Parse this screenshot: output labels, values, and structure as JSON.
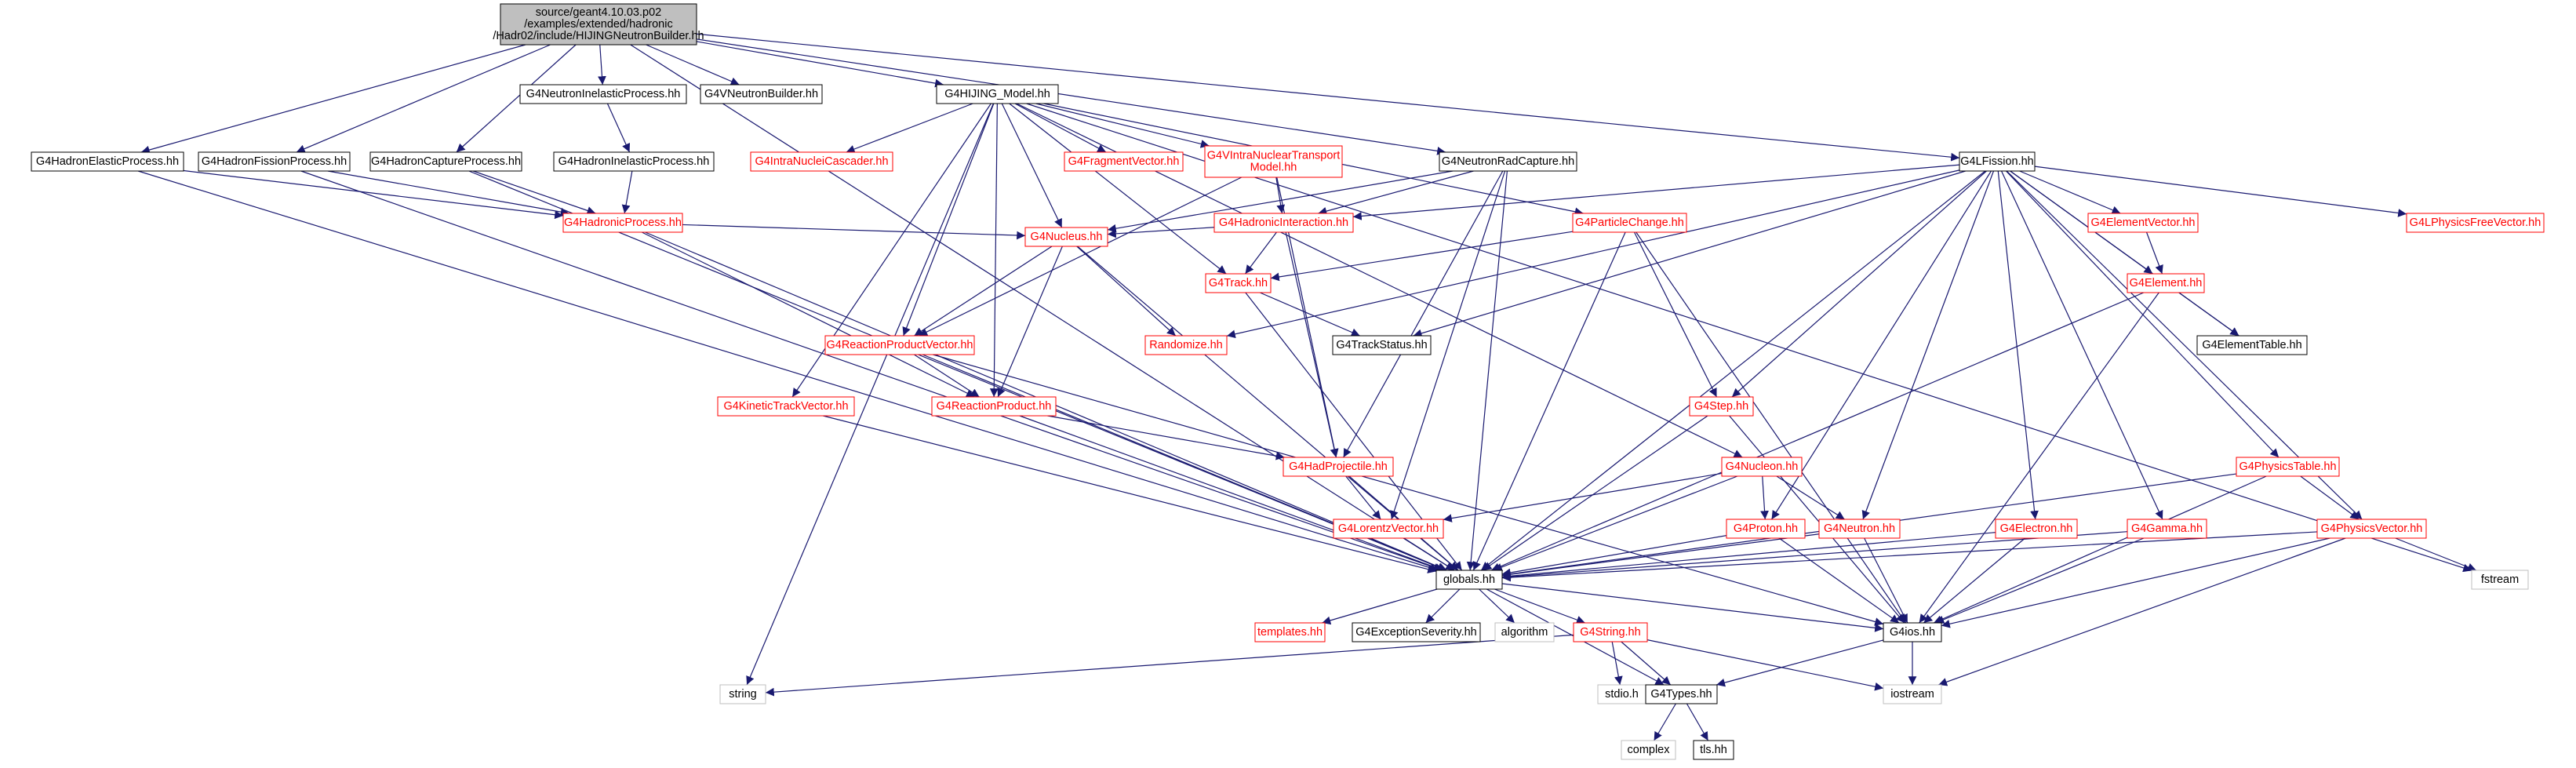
{
  "diagram": {
    "type": "include-dependency-graph",
    "colors": {
      "edge": "#191970",
      "root_fill": "#bfbfbf",
      "node_border_documented": "#000000",
      "node_border_linked": "#ff0000",
      "node_border_external": "#bfbfbf",
      "node_text": "#000000",
      "linked_text": "#ff0000",
      "external_text": "#000000"
    },
    "nodes": [
      {
        "id": "root",
        "label": "source/geant4.10.03.p02\n/examples/extended/hadronic\n/Hadr02/include/HIJINGNeutronBuilder.hh",
        "style": "root"
      },
      {
        "id": "hadronElastic",
        "label": "G4HadronElasticProcess.hh",
        "style": "plain"
      },
      {
        "id": "hadronFission",
        "label": "G4HadronFissionProcess.hh",
        "style": "plain"
      },
      {
        "id": "hadronCapture",
        "label": "G4HadronCaptureProcess.hh",
        "style": "plain"
      },
      {
        "id": "neutronInelastic",
        "label": "G4NeutronInelasticProcess.hh",
        "style": "plain"
      },
      {
        "id": "vNeutronBuilder",
        "label": "G4VNeutronBuilder.hh",
        "style": "plain"
      },
      {
        "id": "hijing",
        "label": "G4HIJING_Model.hh",
        "style": "plain"
      },
      {
        "id": "hadronInelastic",
        "label": "G4HadronInelasticProcess.hh",
        "style": "plain"
      },
      {
        "id": "intraNucleiCascader",
        "label": "G4IntraNucleiCascader.hh",
        "style": "red"
      },
      {
        "id": "fragmentVector",
        "label": "G4FragmentVector.hh",
        "style": "red"
      },
      {
        "id": "vIntraNuclear",
        "label": "G4VIntraNuclearTransport\nModel.hh",
        "style": "red"
      },
      {
        "id": "neutronRadCapture",
        "label": "G4NeutronRadCapture.hh",
        "style": "plain"
      },
      {
        "id": "lFission",
        "label": "G4LFission.hh",
        "style": "plain"
      },
      {
        "id": "hadronicProcess",
        "label": "G4HadronicProcess.hh",
        "style": "red"
      },
      {
        "id": "hadronicInteraction",
        "label": "G4HadronicInteraction.hh",
        "style": "red"
      },
      {
        "id": "particleChange",
        "label": "G4ParticleChange.hh",
        "style": "red"
      },
      {
        "id": "elementVector",
        "label": "G4ElementVector.hh",
        "style": "red"
      },
      {
        "id": "lPhysicsFreeVector",
        "label": "G4LPhysicsFreeVector.hh",
        "style": "red"
      },
      {
        "id": "nucleus",
        "label": "G4Nucleus.hh",
        "style": "red"
      },
      {
        "id": "track",
        "label": "G4Track.hh",
        "style": "red"
      },
      {
        "id": "element",
        "label": "G4Element.hh",
        "style": "red"
      },
      {
        "id": "reactionProductVector",
        "label": "G4ReactionProductVector.hh",
        "style": "red"
      },
      {
        "id": "randomize",
        "label": "Randomize.hh",
        "style": "red"
      },
      {
        "id": "trackStatus",
        "label": "G4TrackStatus.hh",
        "style": "plain"
      },
      {
        "id": "elementTable",
        "label": "G4ElementTable.hh",
        "style": "plain"
      },
      {
        "id": "kineticTrackVector",
        "label": "G4KineticTrackVector.hh",
        "style": "red"
      },
      {
        "id": "reactionProduct",
        "label": "G4ReactionProduct.hh",
        "style": "red"
      },
      {
        "id": "step",
        "label": "G4Step.hh",
        "style": "red"
      },
      {
        "id": "hadProjectile",
        "label": "G4HadProjectile.hh",
        "style": "red"
      },
      {
        "id": "nucleon",
        "label": "G4Nucleon.hh",
        "style": "red"
      },
      {
        "id": "physicsTable",
        "label": "G4PhysicsTable.hh",
        "style": "red"
      },
      {
        "id": "lorentzVector",
        "label": "G4LorentzVector.hh",
        "style": "red"
      },
      {
        "id": "proton",
        "label": "G4Proton.hh",
        "style": "red"
      },
      {
        "id": "neutron",
        "label": "G4Neutron.hh",
        "style": "red"
      },
      {
        "id": "electron",
        "label": "G4Electron.hh",
        "style": "red"
      },
      {
        "id": "gamma",
        "label": "G4Gamma.hh",
        "style": "red"
      },
      {
        "id": "physicsVector",
        "label": "G4PhysicsVector.hh",
        "style": "red"
      },
      {
        "id": "fstream",
        "label": "fstream",
        "style": "ext"
      },
      {
        "id": "globals",
        "label": "globals.hh",
        "style": "plain"
      },
      {
        "id": "templates",
        "label": "templates.hh",
        "style": "red"
      },
      {
        "id": "exceptionSeverity",
        "label": "G4ExceptionSeverity.hh",
        "style": "plain"
      },
      {
        "id": "algorithm",
        "label": "algorithm",
        "style": "ext"
      },
      {
        "id": "g4string",
        "label": "G4String.hh",
        "style": "red"
      },
      {
        "id": "g4ios",
        "label": "G4ios.hh",
        "style": "plain"
      },
      {
        "id": "string",
        "label": "string",
        "style": "ext"
      },
      {
        "id": "stdio",
        "label": "stdio.h",
        "style": "ext"
      },
      {
        "id": "g4types",
        "label": "G4Types.hh",
        "style": "plain"
      },
      {
        "id": "iostream",
        "label": "iostream",
        "style": "ext"
      },
      {
        "id": "complex",
        "label": "complex",
        "style": "ext"
      },
      {
        "id": "tls",
        "label": "tls.hh",
        "style": "plain"
      }
    ],
    "edges": [
      [
        "root",
        "hadronElastic"
      ],
      [
        "root",
        "hadronFission"
      ],
      [
        "root",
        "hadronCapture"
      ],
      [
        "root",
        "neutronInelastic"
      ],
      [
        "root",
        "vNeutronBuilder"
      ],
      [
        "root",
        "hijing"
      ],
      [
        "root",
        "neutronRadCapture"
      ],
      [
        "root",
        "lFission"
      ],
      [
        "root",
        "globals"
      ],
      [
        "hadronElastic",
        "hadronicProcess"
      ],
      [
        "hadronElastic",
        "globals"
      ],
      [
        "hadronFission",
        "hadronicProcess"
      ],
      [
        "hadronFission",
        "globals"
      ],
      [
        "hadronCapture",
        "hadronicProcess"
      ],
      [
        "hadronCapture",
        "globals"
      ],
      [
        "neutronInelastic",
        "hadronInelastic"
      ],
      [
        "hadronInelastic",
        "hadronicProcess"
      ],
      [
        "hijing",
        "intraNucleiCascader"
      ],
      [
        "hijing",
        "fragmentVector"
      ],
      [
        "hijing",
        "vIntraNuclear"
      ],
      [
        "hijing",
        "nucleus"
      ],
      [
        "hijing",
        "track"
      ],
      [
        "hijing",
        "reactionProductVector"
      ],
      [
        "hijing",
        "reactionProduct"
      ],
      [
        "hijing",
        "kineticTrackVector"
      ],
      [
        "hijing",
        "particleChange"
      ],
      [
        "hijing",
        "nucleon"
      ],
      [
        "hijing",
        "string"
      ],
      [
        "hijing",
        "fstream"
      ],
      [
        "vIntraNuclear",
        "hadronicInteraction"
      ],
      [
        "vIntraNuclear",
        "reactionProductVector"
      ],
      [
        "vIntraNuclear",
        "hadProjectile"
      ],
      [
        "neutronRadCapture",
        "hadronicInteraction"
      ],
      [
        "neutronRadCapture",
        "nucleus"
      ],
      [
        "neutronRadCapture",
        "hadProjectile"
      ],
      [
        "neutronRadCapture",
        "lorentzVector"
      ],
      [
        "neutronRadCapture",
        "globals"
      ],
      [
        "lFission",
        "hadronicInteraction"
      ],
      [
        "lFission",
        "elementVector"
      ],
      [
        "lFission",
        "element"
      ],
      [
        "lFission",
        "elementTable"
      ],
      [
        "lFission",
        "lPhysicsFreeVector"
      ],
      [
        "lFission",
        "physicsTable"
      ],
      [
        "lFission",
        "physicsVector"
      ],
      [
        "lFission",
        "trackStatus"
      ],
      [
        "lFission",
        "randomize"
      ],
      [
        "lFission",
        "step"
      ],
      [
        "lFission",
        "proton"
      ],
      [
        "lFission",
        "neutron"
      ],
      [
        "lFission",
        "electron"
      ],
      [
        "lFission",
        "gamma"
      ],
      [
        "lFission",
        "globals"
      ],
      [
        "hadronicProcess",
        "nucleus"
      ],
      [
        "hadronicProcess",
        "reactionProduct"
      ],
      [
        "hadronicProcess",
        "globals"
      ],
      [
        "hadronicInteraction",
        "nucleus"
      ],
      [
        "hadronicInteraction",
        "track"
      ],
      [
        "hadronicInteraction",
        "hadProjectile"
      ],
      [
        "particleChange",
        "track"
      ],
      [
        "particleChange",
        "step"
      ],
      [
        "particleChange",
        "g4ios"
      ],
      [
        "particleChange",
        "globals"
      ],
      [
        "elementVector",
        "element"
      ],
      [
        "element",
        "elementTable"
      ],
      [
        "element",
        "globals"
      ],
      [
        "element",
        "g4ios"
      ],
      [
        "nucleus",
        "randomize"
      ],
      [
        "nucleus",
        "reactionProductVector"
      ],
      [
        "nucleus",
        "reactionProduct"
      ],
      [
        "nucleus",
        "globals"
      ],
      [
        "track",
        "trackStatus"
      ],
      [
        "track",
        "globals"
      ],
      [
        "reactionProductVector",
        "reactionProduct"
      ],
      [
        "reactionProductVector",
        "globals"
      ],
      [
        "reactionProductVector",
        "g4ios"
      ],
      [
        "kineticTrackVector",
        "globals"
      ],
      [
        "reactionProduct",
        "hadProjectile"
      ],
      [
        "reactionProduct",
        "globals"
      ],
      [
        "step",
        "globals"
      ],
      [
        "step",
        "g4ios"
      ],
      [
        "hadProjectile",
        "lorentzVector"
      ],
      [
        "hadProjectile",
        "globals"
      ],
      [
        "nucleon",
        "lorentzVector"
      ],
      [
        "nucleon",
        "proton"
      ],
      [
        "nucleon",
        "neutron"
      ],
      [
        "nucleon",
        "globals"
      ],
      [
        "physicsTable",
        "physicsVector"
      ],
      [
        "physicsTable",
        "globals"
      ],
      [
        "physicsTable",
        "g4ios"
      ],
      [
        "lorentzVector",
        "globals"
      ],
      [
        "proton",
        "globals"
      ],
      [
        "proton",
        "g4ios"
      ],
      [
        "neutron",
        "globals"
      ],
      [
        "neutron",
        "g4ios"
      ],
      [
        "electron",
        "globals"
      ],
      [
        "electron",
        "g4ios"
      ],
      [
        "gamma",
        "globals"
      ],
      [
        "gamma",
        "g4ios"
      ],
      [
        "physicsVector",
        "globals"
      ],
      [
        "physicsVector",
        "g4ios"
      ],
      [
        "physicsVector",
        "fstream"
      ],
      [
        "physicsVector",
        "iostream"
      ],
      [
        "globals",
        "templates"
      ],
      [
        "globals",
        "exceptionSeverity"
      ],
      [
        "globals",
        "algorithm"
      ],
      [
        "globals",
        "g4string"
      ],
      [
        "globals",
        "g4ios"
      ],
      [
        "globals",
        "g4types"
      ],
      [
        "g4string",
        "stdio"
      ],
      [
        "g4string",
        "g4types"
      ],
      [
        "g4string",
        "string"
      ],
      [
        "g4string",
        "iostream"
      ],
      [
        "g4ios",
        "g4types"
      ],
      [
        "g4ios",
        "iostream"
      ],
      [
        "g4types",
        "complex"
      ],
      [
        "g4types",
        "tls"
      ]
    ]
  }
}
